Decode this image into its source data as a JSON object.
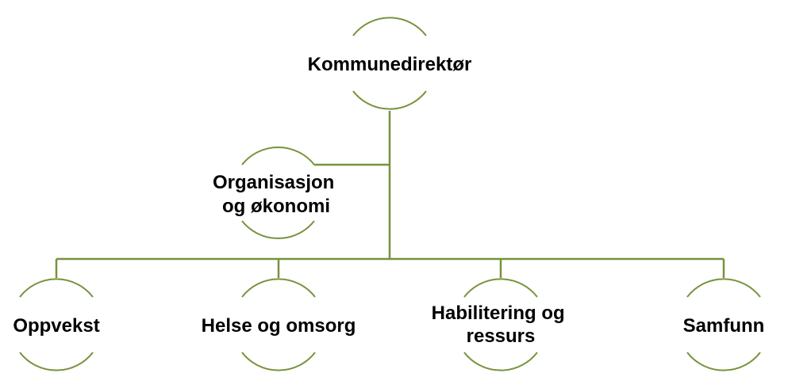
{
  "colors": {
    "line": "#77933C",
    "text": "#000000",
    "background": "#FFFFFF"
  },
  "nodes": {
    "top": {
      "lines": [
        "Kommunedirektør"
      ]
    },
    "staff": {
      "lines": [
        "Organisasjon",
        "og økonomi"
      ]
    },
    "units": [
      {
        "lines": [
          "Oppvekst"
        ]
      },
      {
        "lines": [
          "Helse og omsorg"
        ]
      },
      {
        "lines": [
          "Habilitering og",
          "ressurs"
        ]
      },
      {
        "lines": [
          "Samfunn"
        ]
      }
    ]
  }
}
